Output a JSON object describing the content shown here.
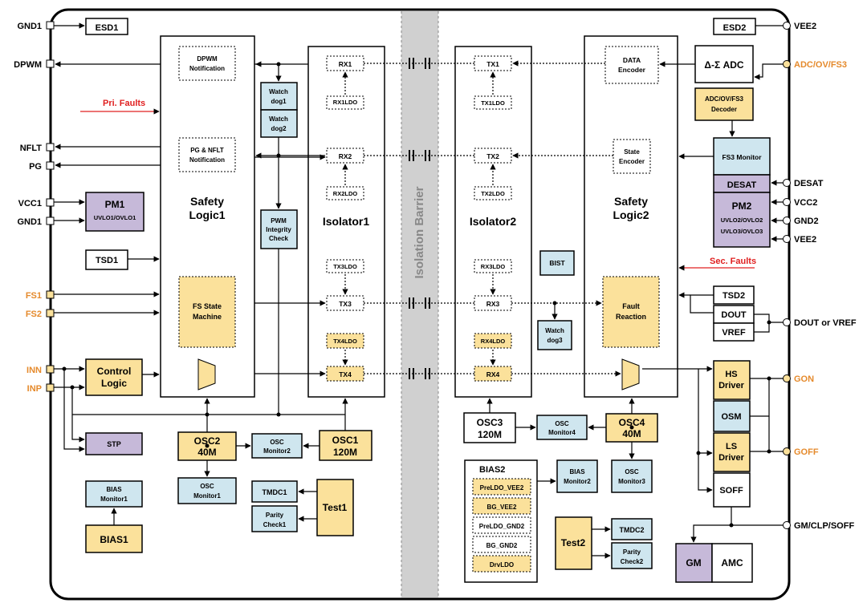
{
  "colors": {
    "yellow": "#fbe19b",
    "blue": "#cfe6ef",
    "purple": "#c6b9d9",
    "orange": "#e58a2c",
    "red": "#e02020",
    "barrier": "#d0d0d0"
  },
  "pins_left": {
    "gnd1_top": "GND1",
    "dpwm": "DPWM",
    "nflt": "NFLT",
    "pg": "PG",
    "vcc1": "VCC1",
    "gnd1_pm": "GND1",
    "fs1": "FS1",
    "fs2": "FS2",
    "inn": "INN",
    "inp": "INP"
  },
  "pins_right": {
    "vee2_top": "VEE2",
    "adc": "ADC/OV/FS3",
    "desat": "DESAT",
    "vcc2": "VCC2",
    "gnd2": "GND2",
    "vee2_pm": "VEE2",
    "dout_vref": "DOUT or VREF",
    "gon": "GON",
    "goff": "GOFF",
    "gm_clp": "GM/CLP/SOFF"
  },
  "faults": {
    "pri": "Pri. Faults",
    "sec": "Sec. Faults"
  },
  "blocks": {
    "esd1": "ESD1",
    "esd2": "ESD2",
    "pm1": "PM1",
    "pm1_sub": "UVLO1/OVLO1",
    "tsd1": "TSD1",
    "control_logic_1": "Control",
    "control_logic_2": "Logic",
    "stp": "STP",
    "bias_mon1_1": "BIAS",
    "bias_mon1_2": "Monitor1",
    "bias1": "BIAS1",
    "safety1_1": "Safety",
    "safety1_2": "Logic1",
    "dpwm_notif_1": "DPWM",
    "dpwm_notif_2": "Notification",
    "pg_nflt_1": "PG & NFLT",
    "pg_nflt_2": "Notification",
    "fs_state_1": "FS State",
    "fs_state_2": "Machine",
    "wd1_1": "Watch",
    "wd1_2": "dog1",
    "wd2_1": "Watch",
    "wd2_2": "dog2",
    "pwm_int_1": "PWM",
    "pwm_int_2": "Integrity",
    "pwm_int_3": "Check",
    "osc2_1": "OSC2",
    "osc2_2": "40M",
    "osc_mon2_1": "OSC",
    "osc_mon2_2": "Monitor2",
    "osc_mon1_1": "OSC",
    "osc_mon1_2": "Monitor1",
    "osc1_1": "OSC1",
    "osc1_2": "120M",
    "tmdc1": "TMDC1",
    "parity1_1": "Parity",
    "parity1_2": "Check1",
    "test1": "Test1",
    "isolator1": "Isolator1",
    "rx1": "RX1",
    "rx1ldo": "RX1LDO",
    "rx2": "RX2",
    "rx2ldo": "RX2LDO",
    "tx3ldo": "TX3LDO",
    "tx3": "TX3",
    "tx4ldo": "TX4LDO",
    "tx4": "TX4",
    "barrier": "Isolation Barrier",
    "isolator2": "Isolator2",
    "tx1": "TX1",
    "tx1ldo": "TX1LDO",
    "tx2": "TX2",
    "tx2ldo": "TX2LDO",
    "rx3ldo": "RX3LDO",
    "rx3": "RX3",
    "rx4ldo": "RX4LDO",
    "rx4": "RX4",
    "bist": "BIST",
    "wd3_1": "Watch",
    "wd3_2": "dog3",
    "osc3_1": "OSC3",
    "osc3_2": "120M",
    "osc_mon4_1": "OSC",
    "osc_mon4_2": "Monitor4",
    "osc4_1": "OSC4",
    "osc4_2": "40M",
    "osc_mon3_1": "OSC",
    "osc_mon3_2": "Monitor3",
    "bias2": "BIAS2",
    "preldo_vee2": "PreLDO_VEE2",
    "bg_vee2": "BG_VEE2",
    "preldo_gnd2": "PreLDO_GND2",
    "bg_gnd2": "BG_GND2",
    "drvldo": "DrvLDO",
    "bias_mon2_1": "BIAS",
    "bias_mon2_2": "Monitor2",
    "test2": "Test2",
    "tmdc2": "TMDC2",
    "parity2_1": "Parity",
    "parity2_2": "Check2",
    "safety2_1": "Safety",
    "safety2_2": "Logic2",
    "data_enc_1": "DATA",
    "data_enc_2": "Encoder",
    "state_enc_1": "State",
    "state_enc_2": "Encoder",
    "fault_react_1": "Fault",
    "fault_react_2": "Reaction",
    "adc": "Δ-Σ ADC",
    "adc_dec_1": "ADC/OV/FS3",
    "adc_dec_2": "Decoder",
    "fs3_mon": "FS3 Monitor",
    "desat_blk": "DESAT",
    "pm2": "PM2",
    "pm2_sub1": "UVLO2/OVLO2",
    "pm2_sub2": "UVLO3/OVLO3",
    "tsd2": "TSD2",
    "dout": "DOUT",
    "vref": "VREF",
    "hs_1": "HS",
    "hs_2": "Driver",
    "osm": "OSM",
    "ls_1": "LS",
    "ls_2": "Driver",
    "soff": "SOFF",
    "gm": "GM",
    "amc": "AMC"
  }
}
